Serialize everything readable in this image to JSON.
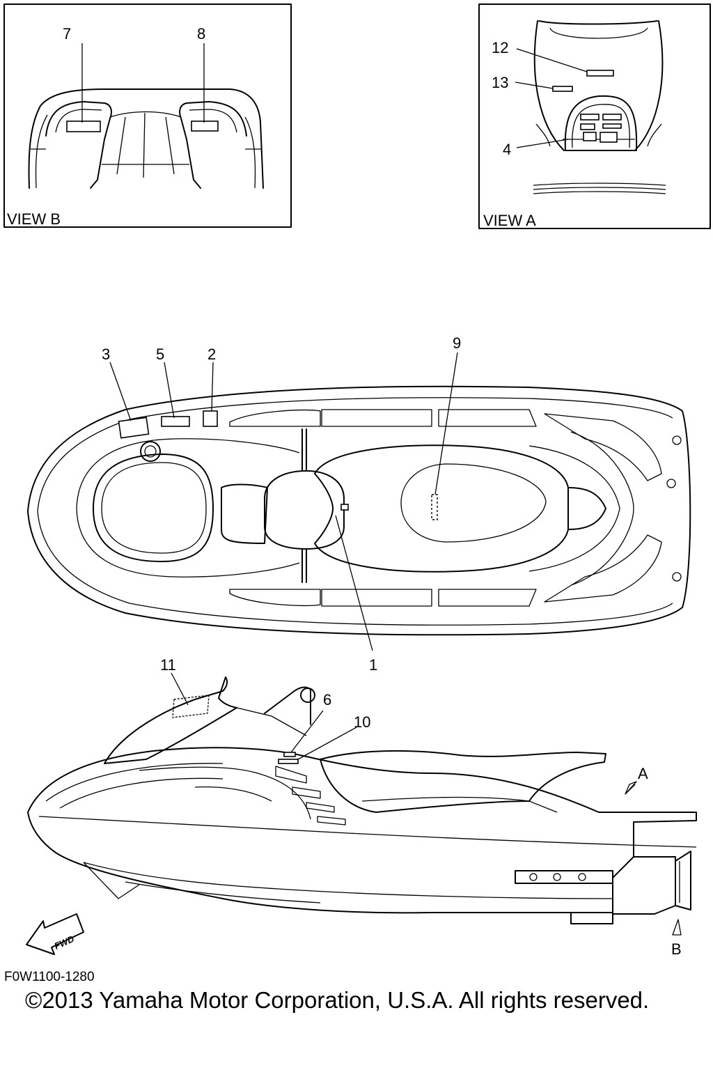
{
  "figure": {
    "view_b_label": "VIEW B",
    "view_a_label": "VIEW A",
    "callouts": {
      "c1": "1",
      "c2": "2",
      "c3": "3",
      "c4": "4",
      "c5": "5",
      "c6": "6",
      "c7": "7",
      "c8": "8",
      "c9": "9",
      "c10": "10",
      "c11": "11",
      "c12": "12",
      "c13": "13"
    },
    "view_marker_a": "A",
    "view_marker_b": "B",
    "fwd_label": "FWD"
  },
  "footer": {
    "part_code": "F0W1100-1280",
    "copyright": "©2013 Yamaha Motor Corporation, U.S.A. All rights reserved."
  }
}
